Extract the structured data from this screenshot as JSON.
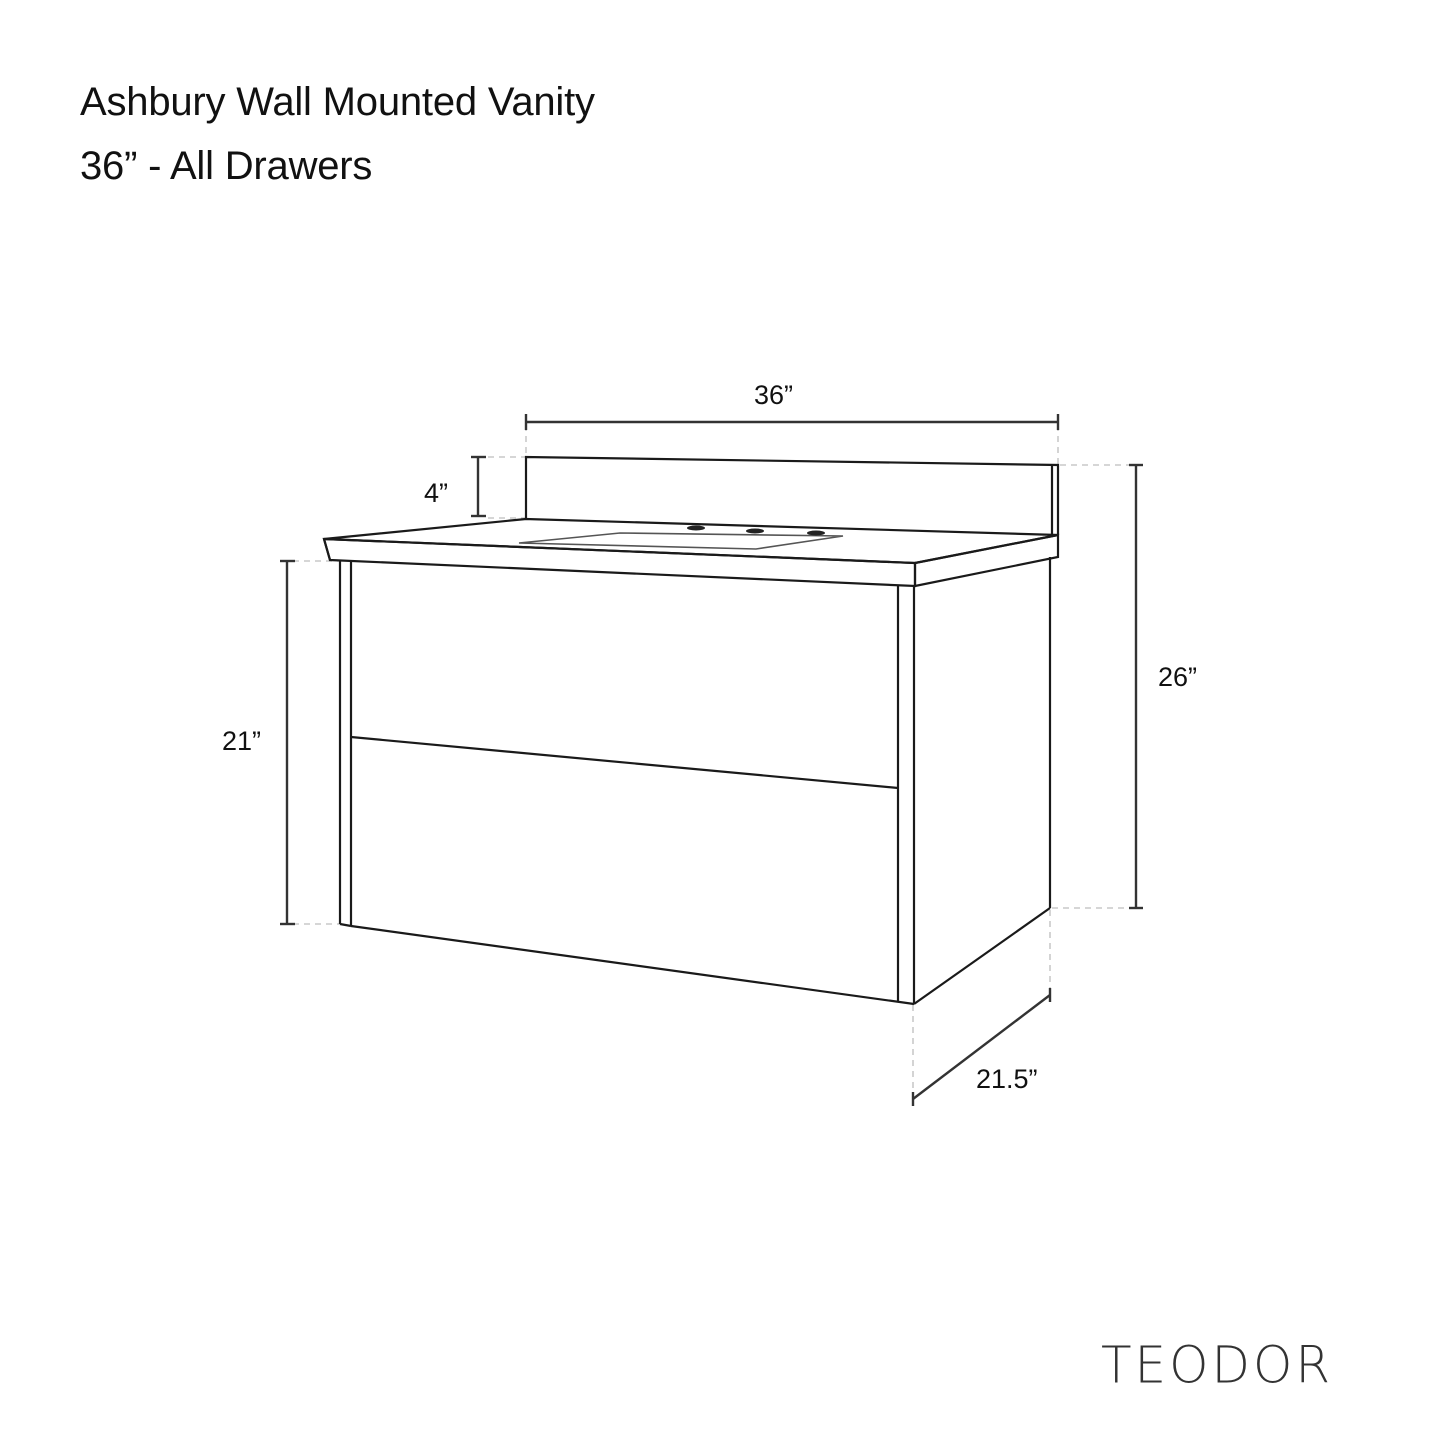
{
  "header": {
    "title": "Ashbury Wall Mounted Vanity",
    "subtitle": "36” - All Drawers"
  },
  "dimensions": {
    "width": "36”",
    "backsplash_height": "4”",
    "cabinet_height": "21”",
    "total_height": "26”",
    "depth": "21.5”"
  },
  "brand": {
    "name": "TEODOR"
  },
  "colors": {
    "line": "#1a1a1a",
    "dimension_line": "#333333",
    "guide_dashed": "#bdbdbd",
    "background": "#ffffff"
  }
}
